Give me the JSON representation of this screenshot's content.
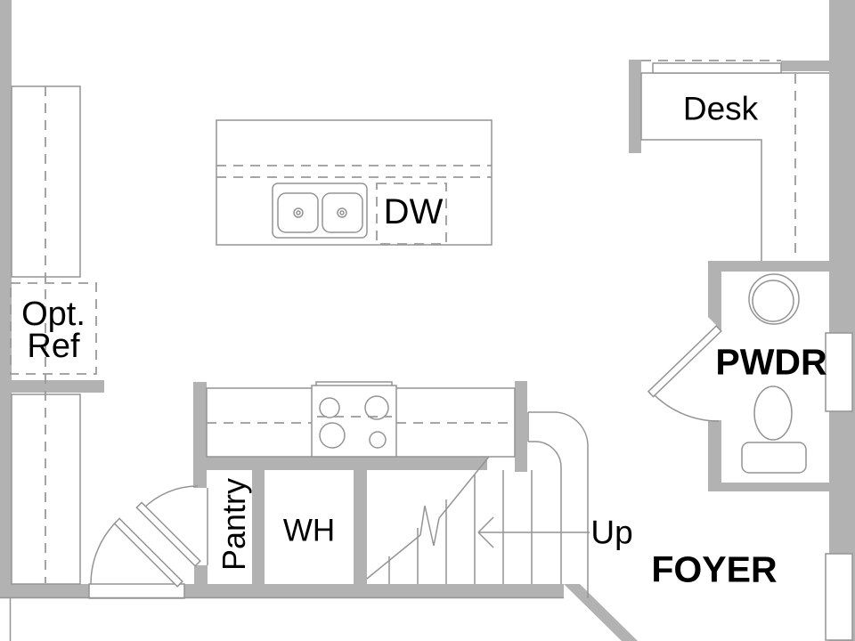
{
  "plan": {
    "title": "First floor kitchen and foyer plan",
    "labels": {
      "desk": "Desk",
      "dw": "DW",
      "opt_ref_line1": "Opt.",
      "opt_ref_line2": "Ref",
      "pantry": "Pantry",
      "wh": "WH",
      "up": "Up",
      "pwdr": "PWDR",
      "foyer": "FOYER"
    },
    "fixtures": [
      "double-basin-sink",
      "dishwasher-space",
      "optional-refrigerator-space",
      "kitchen-island",
      "cooktop-four-burners",
      "pantry-closet",
      "water-heater",
      "staircase-up",
      "double-entry-doors",
      "powder-room-door",
      "vanity-sink",
      "toilet",
      "built-in-desk",
      "windows"
    ],
    "colors": {
      "wall": "#b2b2b2",
      "line": "#949494",
      "dash": "#9a9a9a",
      "text": "#000000",
      "bg": "#ffffff"
    }
  }
}
